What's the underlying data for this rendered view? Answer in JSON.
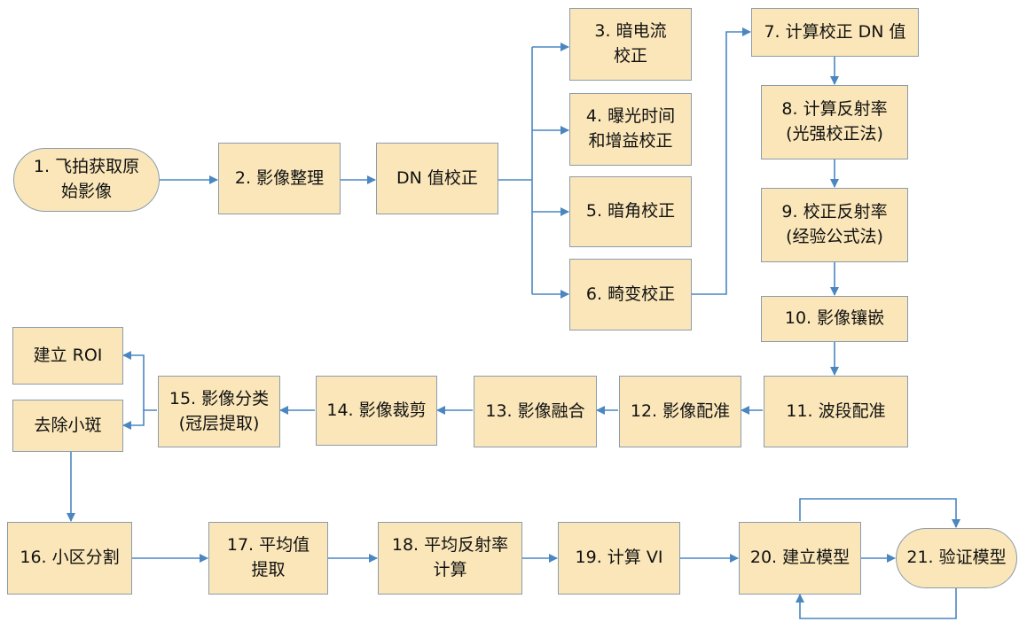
{
  "diagram": {
    "nodes": {
      "n1": "1. 飞拍获取原\n始影像",
      "n2": "2. 影像整理",
      "n_dn": "DN 值校正",
      "n3": "3. 暗电流\n校正",
      "n4": "4. 曝光时间\n和增益校正",
      "n5": "5. 暗角校正",
      "n6": "6. 畸变校正",
      "n7": "7. 计算校正 DN 值",
      "n8": "8. 计算反射率\n(光强校正法)",
      "n9": "9. 校正反射率\n(经验公式法)",
      "n10": "10. 影像镶嵌",
      "n11": "11. 波段配准",
      "n12": "12. 影像配准",
      "n13": "13. 影像融合",
      "n14": "14. 影像裁剪",
      "n15": "15. 影像分类\n(冠层提取)",
      "n_roi": "建立 ROI",
      "n_spot": "去除小斑",
      "n16": "16. 小区分割",
      "n17": "17. 平均值\n提取",
      "n18": "18. 平均反射率\n计算",
      "n19": "19. 计算 VI",
      "n20": "20. 建立模型",
      "n21": "21. 验证模型"
    },
    "colors": {
      "node_fill": "#fae6b8",
      "node_border": "#8b9cac",
      "edge": "#4a86c0"
    }
  }
}
